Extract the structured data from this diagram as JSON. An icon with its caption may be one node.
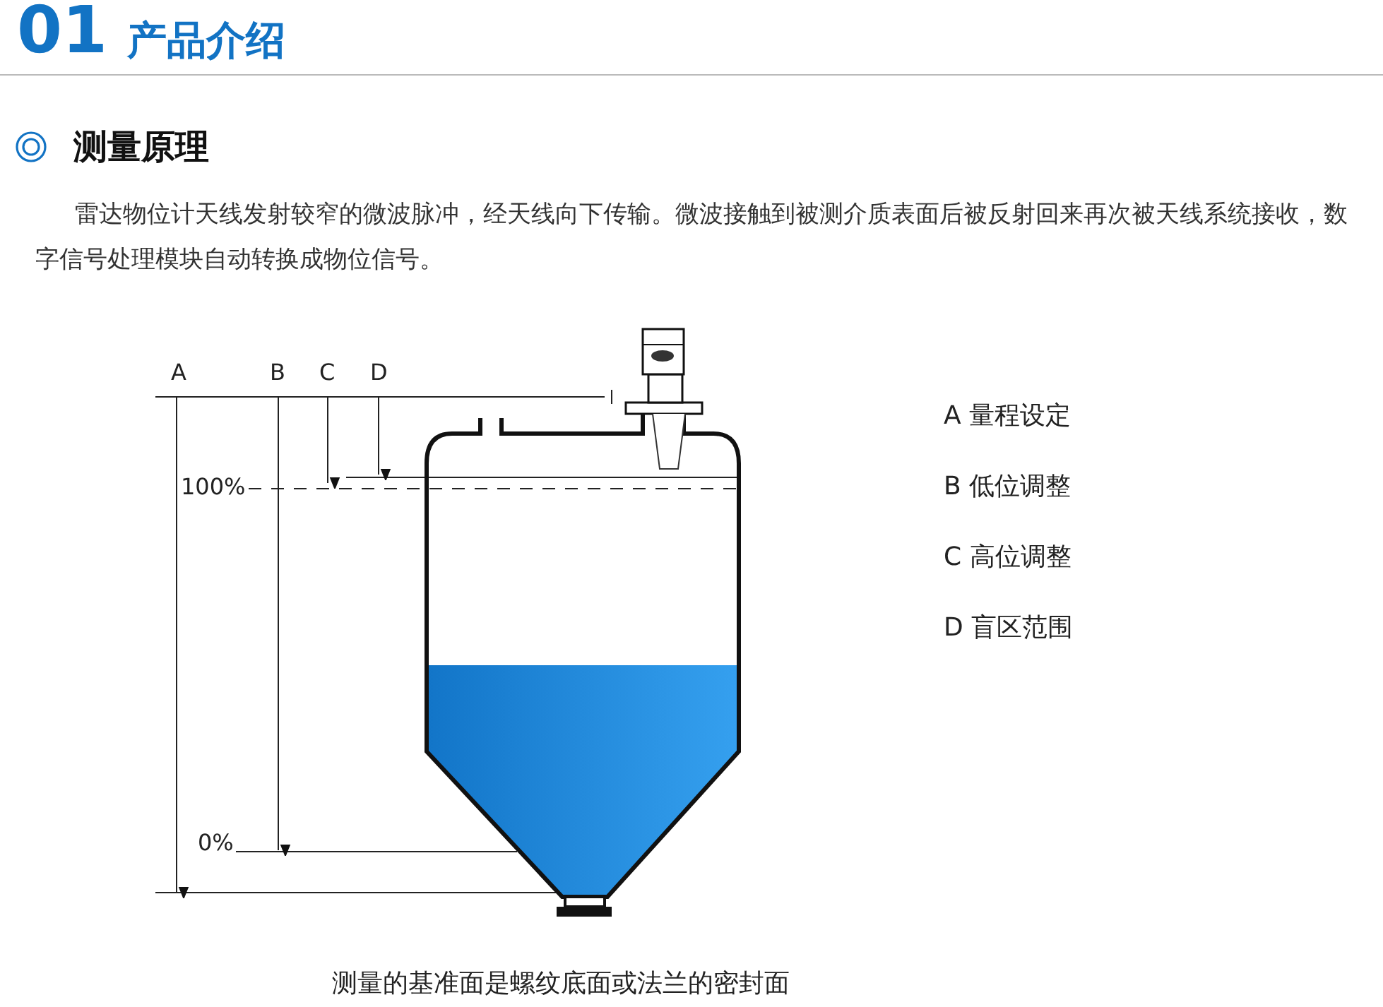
{
  "diagram": {
    "title": "01 产品介绍",
    "caption": "测量的基准面是螺纹底面或法兰的密封面",
    "labels": [
      "测量原理",
      "雷达物位计天线发射较窄的微波脉冲，经天线向下传输。微波接触到被测介质表面后被反射回来再次被天线系统接收，数字信号处理模块自动转换成物位信号。",
      "A",
      "B",
      "C",
      "D",
      "100%",
      "0%",
      "A 量程设定",
      "B 低位调整",
      "C 高位调整",
      "D 盲区范围"
    ]
  }
}
